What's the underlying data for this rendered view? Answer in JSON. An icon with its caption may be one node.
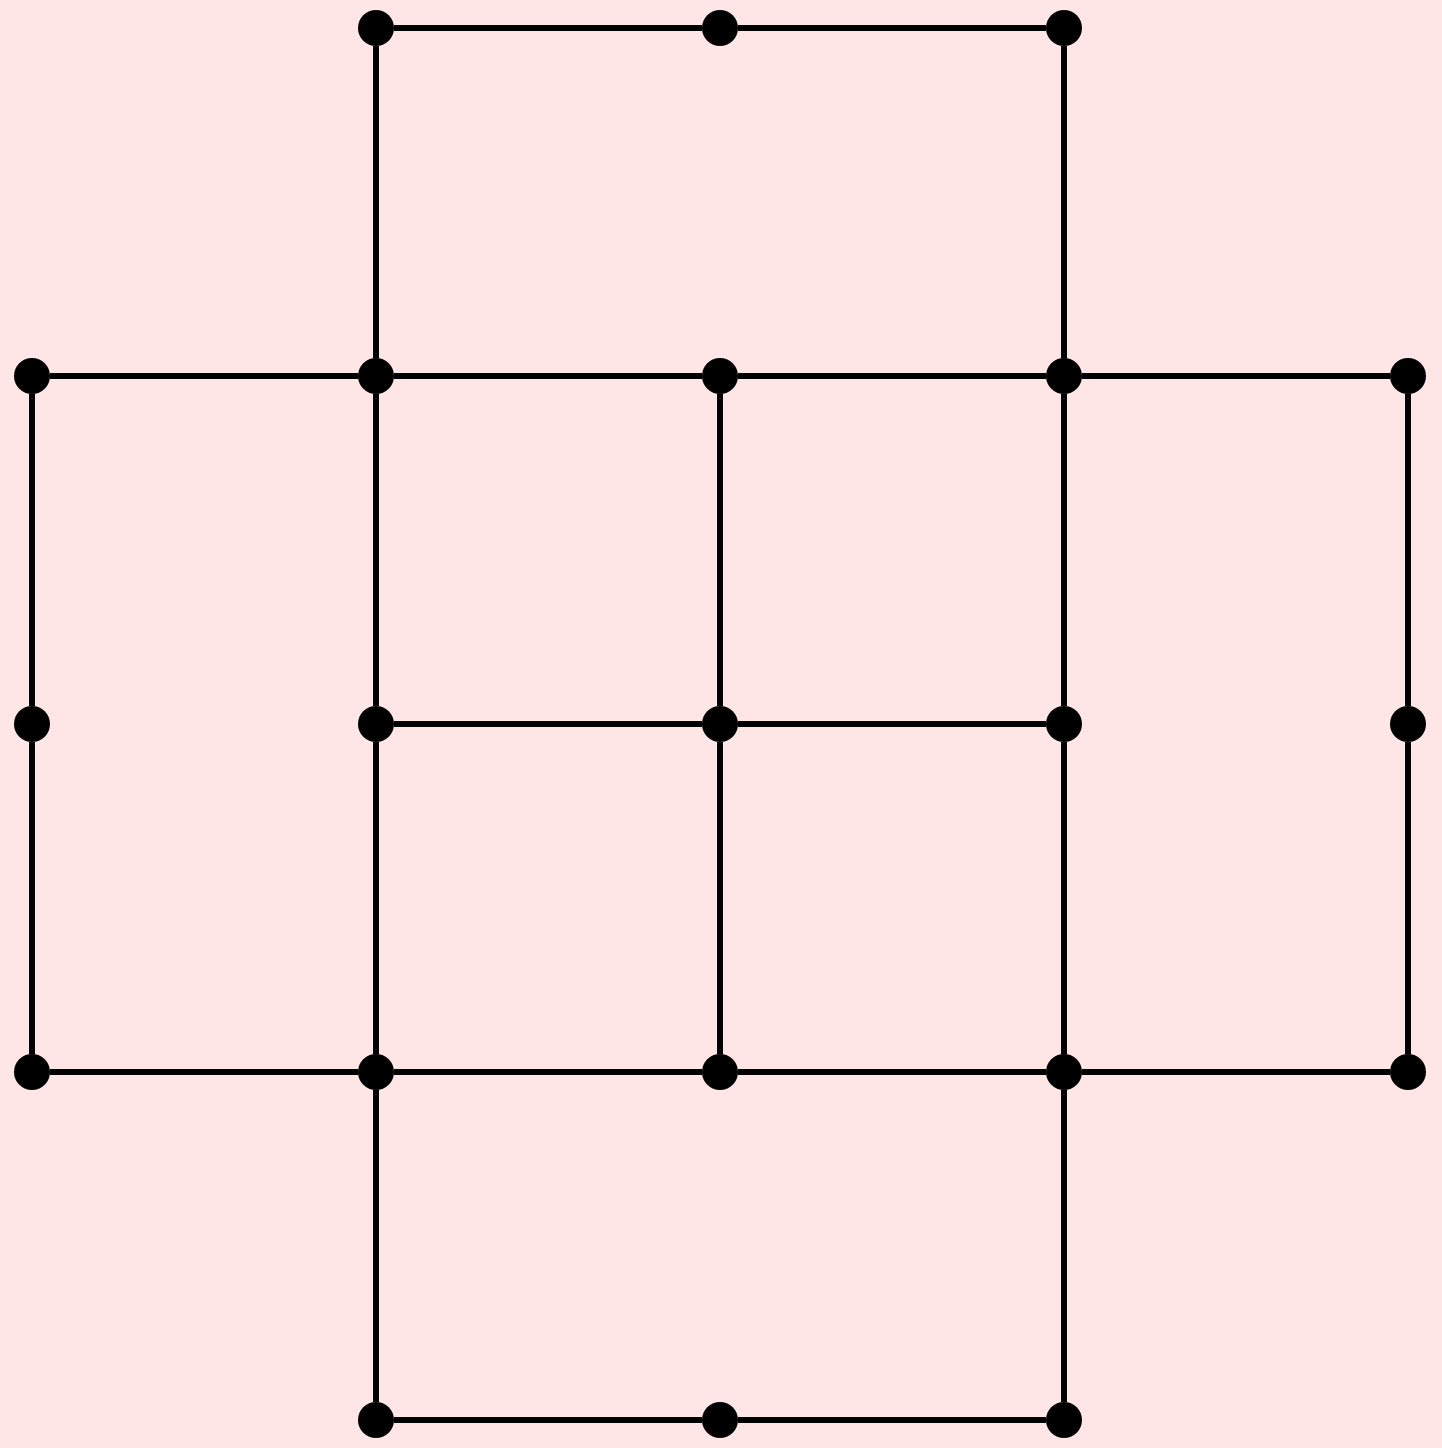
{
  "diagram": {
    "nodes": [
      {
        "text": [],
        "shape": "circle"
      },
      {
        "text": [],
        "shape": "circle"
      },
      {
        "text": [],
        "shape": "circle"
      },
      {
        "text": [],
        "shape": "circle"
      },
      {
        "text": [],
        "shape": "circle"
      },
      {
        "text": [],
        "shape": "circle"
      },
      {
        "text": [],
        "shape": "circle"
      },
      {
        "text": [],
        "shape": "circle"
      },
      {
        "text": [],
        "shape": "circle"
      },
      {
        "text": [],
        "shape": "circle"
      },
      {
        "text": [],
        "shape": "circle"
      },
      {
        "text": [],
        "shape": "circle"
      },
      {
        "text": [],
        "shape": "circle"
      },
      {
        "text": [],
        "shape": "circle"
      },
      {
        "text": [],
        "shape": "circle"
      },
      {
        "text": [],
        "shape": "circle"
      },
      {
        "text": [],
        "shape": "circle"
      },
      {
        "text": [],
        "shape": "circle"
      },
      {
        "text": [],
        "shape": "circle"
      },
      {
        "text": [],
        "shape": "circle"
      },
      {
        "text": [],
        "shape": "circle"
      }
    ],
    "edges": [
      {
        "from": 0,
        "to": 1,
        "arrow": "none"
      },
      {
        "from": 1,
        "to": 2,
        "arrow": "none"
      },
      {
        "from": 0,
        "to": 4,
        "arrow": "none"
      },
      {
        "from": 2,
        "to": 6,
        "arrow": "none"
      },
      {
        "from": 3,
        "to": 4,
        "arrow": "none"
      },
      {
        "from": 4,
        "to": 5,
        "arrow": "none"
      },
      {
        "from": 5,
        "to": 6,
        "arrow": "none"
      },
      {
        "from": 6,
        "to": 7,
        "arrow": "none"
      },
      {
        "from": 3,
        "to": 8,
        "arrow": "none"
      },
      {
        "from": 4,
        "to": 9,
        "arrow": "none"
      },
      {
        "from": 5,
        "to": 10,
        "arrow": "none"
      },
      {
        "from": 6,
        "to": 11,
        "arrow": "none"
      },
      {
        "from": 7,
        "to": 12,
        "arrow": "none"
      },
      {
        "from": 9,
        "to": 10,
        "arrow": "none"
      },
      {
        "from": 10,
        "to": 11,
        "arrow": "none"
      },
      {
        "from": 8,
        "to": 13,
        "arrow": "none"
      },
      {
        "from": 9,
        "to": 14,
        "arrow": "none"
      },
      {
        "from": 10,
        "to": 15,
        "arrow": "none"
      },
      {
        "from": 11,
        "to": 16,
        "arrow": "none"
      },
      {
        "from": 12,
        "to": 17,
        "arrow": "none"
      },
      {
        "from": 13,
        "to": 14,
        "arrow": "none"
      },
      {
        "from": 14,
        "to": 15,
        "arrow": "none"
      },
      {
        "from": 15,
        "to": 16,
        "arrow": "none"
      },
      {
        "from": 16,
        "to": 17,
        "arrow": "none"
      },
      {
        "from": 14,
        "to": 18,
        "arrow": "none"
      },
      {
        "from": 16,
        "to": 20,
        "arrow": "none"
      },
      {
        "from": 18,
        "to": 19,
        "arrow": "none"
      },
      {
        "from": 19,
        "to": 20,
        "arrow": "none"
      }
    ]
  }
}
